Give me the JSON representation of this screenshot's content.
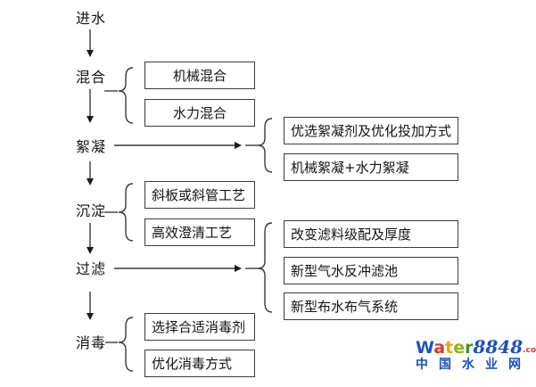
{
  "flow": {
    "stages": [
      {
        "label": "进水",
        "options": []
      },
      {
        "label": "混合",
        "options": [
          "机械混合",
          "水力混合"
        ]
      },
      {
        "label": "絮凝",
        "options": [
          "优选絮凝剂及优化投加方式",
          "机械絮凝+水力絮凝"
        ]
      },
      {
        "label": "沉淀",
        "options": [
          "斜板或斜管工艺",
          "高效澄清工艺"
        ]
      },
      {
        "label": "过滤",
        "options": [
          "改变滤料级配及厚度",
          "新型气水反冲滤池",
          "新型布水布气系统"
        ]
      },
      {
        "label": "消毒",
        "options": [
          "选择合适消毒剂",
          "优化消毒方式"
        ]
      }
    ]
  },
  "logo": {
    "brand_letters": [
      {
        "ch": "W",
        "color": "#1b53c0"
      },
      {
        "ch": "a",
        "color": "#e03228"
      },
      {
        "ch": "t",
        "color": "#f0a50a"
      },
      {
        "ch": "e",
        "color": "#8ab70e"
      },
      {
        "ch": "r",
        "color": "#38991f"
      }
    ],
    "brand_number": "8848",
    "brand_number_color": "#1a50c0",
    "tld": ".com",
    "tld_color": "#e03228",
    "tagline": "中国水业网",
    "tagline_color": "#1a50c0"
  }
}
